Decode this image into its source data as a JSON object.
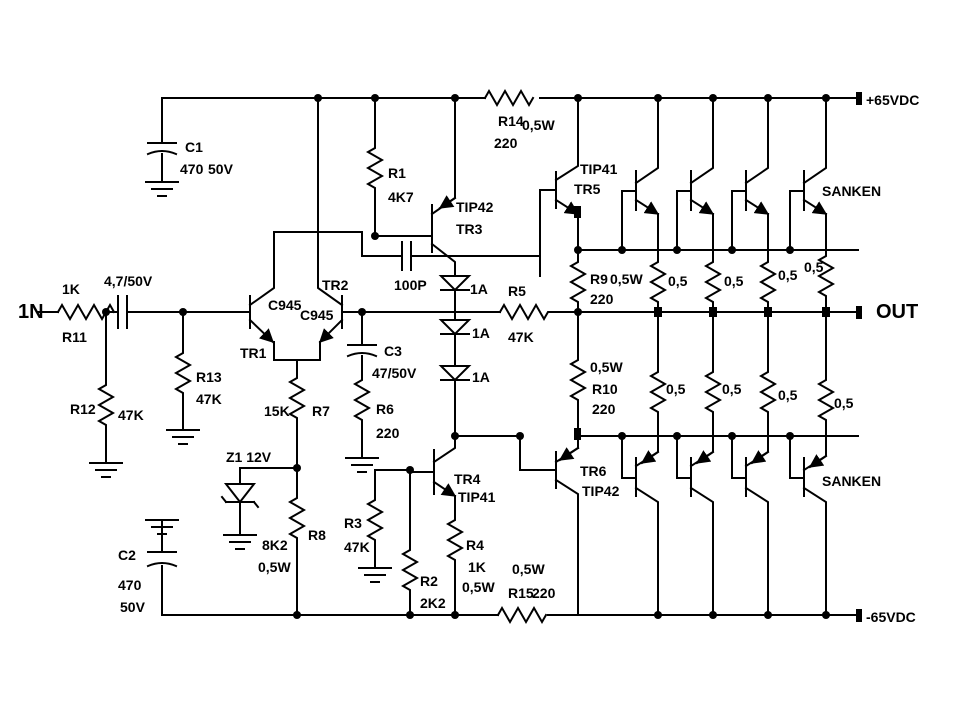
{
  "labels": {
    "in": "1N",
    "out": "OUT",
    "pos_supply": "+65VDC",
    "neg_supply": "-65VDC",
    "r11": "R11",
    "r11_value": "1K",
    "c_in_value": "4,7/50V",
    "r12": "R12",
    "r12_value": "47K",
    "r13": "R13",
    "r13_value": "47K",
    "c1": "C1",
    "c1_value": "470",
    "c1_voltage": "50V",
    "c2": "C2",
    "c2_value": "470",
    "c2_voltage": "50V",
    "tr1": "TR1",
    "tr1_type": "C945",
    "tr2": "TR2",
    "tr2_type": "C945",
    "r7": "R7",
    "r7_value": "15K",
    "z1": "Z1 12V",
    "r8": "R8",
    "r8_value": "8K2",
    "r8_power": "0,5W",
    "c3": "C3",
    "c3_value": "47/50V",
    "r6": "R6",
    "r6_value": "220",
    "r3": "R3",
    "r3_value": "47K",
    "r1": "R1",
    "r1_value": "4K7",
    "tr3": "TR3",
    "tr3_type": "TIP42",
    "c100p": "100P",
    "d1": "1A",
    "d2": "1A",
    "d3": "1A",
    "r5": "R5",
    "r5_value": "47K",
    "r14": "R14",
    "r14_power": "0,5W",
    "r14_value": "220",
    "tr5": "TR5",
    "tr5_type": "TIP41",
    "r9": "R9",
    "r9_power": "0,5W",
    "r9_value": "220",
    "r10": "R10",
    "r10_power": "0,5W",
    "r10_value": "220",
    "tr6": "TR6",
    "tr6_type": "TIP42",
    "tr4": "TR4",
    "tr4_type": "TIP41",
    "r2": "R2",
    "r2_value": "2K2",
    "r4": "R4",
    "r4_value": "1K",
    "r4_power": "0,5W",
    "r15": "R15",
    "r15_power": "0,5W",
    "r15_value": "220",
    "sanken_top": "SANKEN",
    "sanken_bottom": "SANKEN",
    "emitter_top": [
      "0,5",
      "0,5",
      "0,5",
      "0,5"
    ],
    "emitter_bottom": [
      "0,5",
      "0,5",
      "0,5",
      "0,5"
    ]
  }
}
